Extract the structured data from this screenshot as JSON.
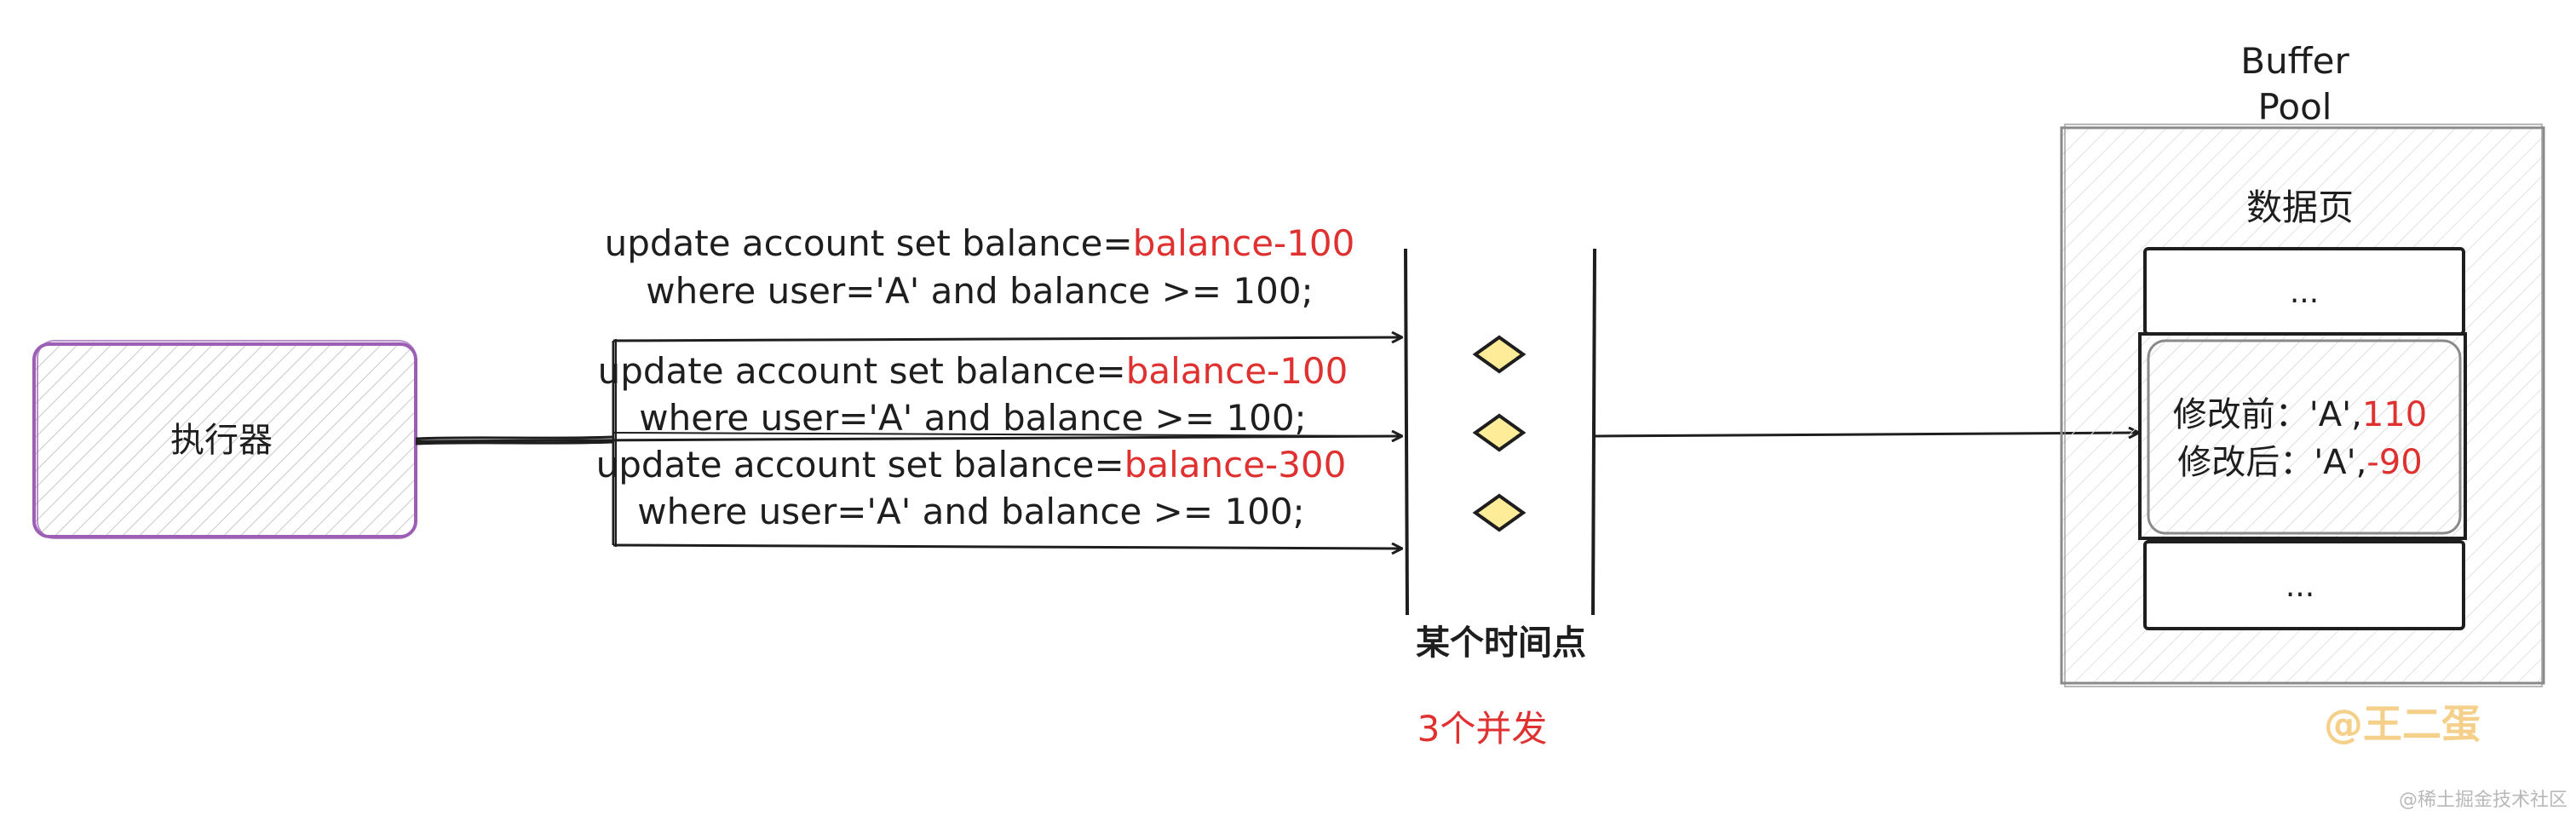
{
  "executor": {
    "label": "执行器"
  },
  "sql": [
    {
      "prefix": "update account set balance=",
      "expr": "balance-100",
      "where": "where user='A' and balance >= 100;"
    },
    {
      "prefix": "update account set balance=",
      "expr": "balance-100",
      "where": "where user='A' and balance >= 100;"
    },
    {
      "prefix": "update account set balance=",
      "expr": "balance-300",
      "where": "where user='A' and balance >= 100;"
    }
  ],
  "timepoint": {
    "label": "某个时间点",
    "concurrency": "3个并发"
  },
  "buffer_pool": {
    "title_line1": "Buffer",
    "title_line2": "Pool",
    "page_title": "数据页",
    "top_row": "...",
    "bottom_row": "...",
    "before_label": "修改前：'A',",
    "before_value": "110",
    "after_label": "修改后：'A',",
    "after_value": "-90"
  },
  "watermark": "@王二蛋",
  "credit": "@稀土掘金技术社区",
  "colors": {
    "accent_red": "#e03131",
    "executor_border": "#9c5fb5",
    "diamond_fill": "#ffec99"
  }
}
